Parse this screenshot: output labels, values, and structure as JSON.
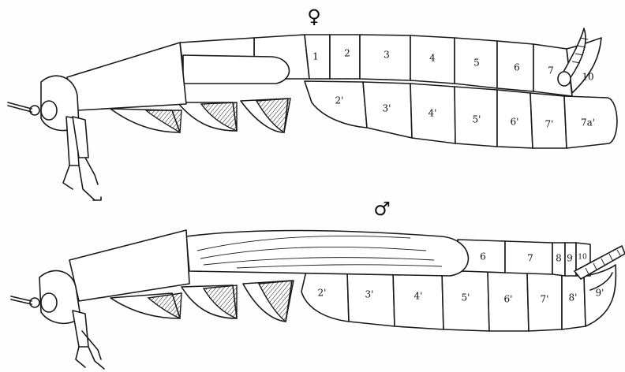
{
  "female": {
    "symbol": "♀",
    "tergites": [
      "1",
      "2",
      "3",
      "4",
      "5",
      "6",
      "7",
      "10"
    ],
    "sternites": [
      "2'",
      "3'",
      "4'",
      "5'",
      "6'",
      "7'",
      "7a'"
    ]
  },
  "male": {
    "symbol": "♂",
    "tergites": [
      "6",
      "7",
      "8",
      "9",
      "10"
    ],
    "sternites": [
      "2'",
      "3'",
      "4'",
      "5'",
      "6'",
      "7'",
      "8'",
      "9'"
    ]
  }
}
